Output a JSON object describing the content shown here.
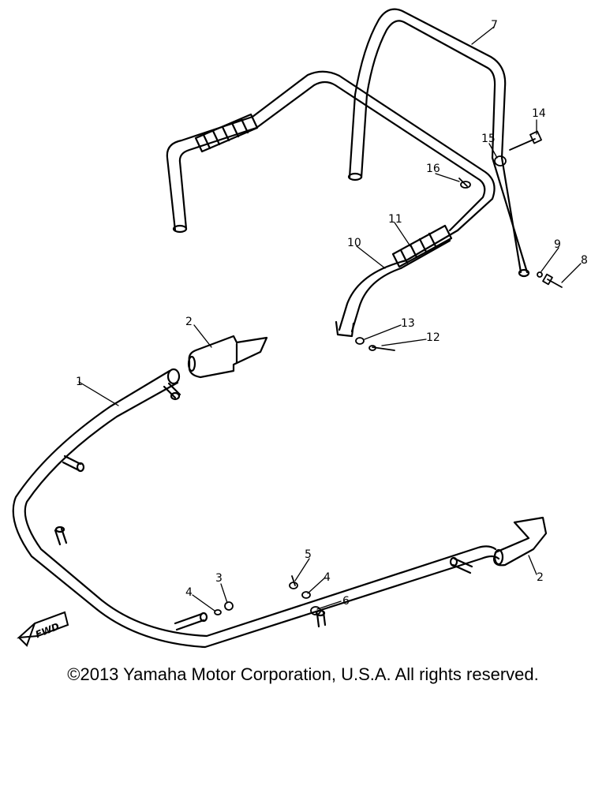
{
  "callouts": [
    {
      "id": "c1",
      "label": "1"
    },
    {
      "id": "c2a",
      "label": "2"
    },
    {
      "id": "c2b",
      "label": "2"
    },
    {
      "id": "c3",
      "label": "3"
    },
    {
      "id": "c4a",
      "label": "4"
    },
    {
      "id": "c4b",
      "label": "4"
    },
    {
      "id": "c5",
      "label": "5"
    },
    {
      "id": "c6",
      "label": "6"
    },
    {
      "id": "c7",
      "label": "7"
    },
    {
      "id": "c8",
      "label": "8"
    },
    {
      "id": "c9",
      "label": "9"
    },
    {
      "id": "c10",
      "label": "10"
    },
    {
      "id": "c11",
      "label": "11"
    },
    {
      "id": "c12",
      "label": "12"
    },
    {
      "id": "c13",
      "label": "13"
    },
    {
      "id": "c14",
      "label": "14"
    },
    {
      "id": "c15",
      "label": "15"
    },
    {
      "id": "c16",
      "label": "16"
    }
  ],
  "fwd_label": "FWD",
  "copyright": "©2013 Yamaha Motor Corporation, U.S.A. All rights reserved."
}
